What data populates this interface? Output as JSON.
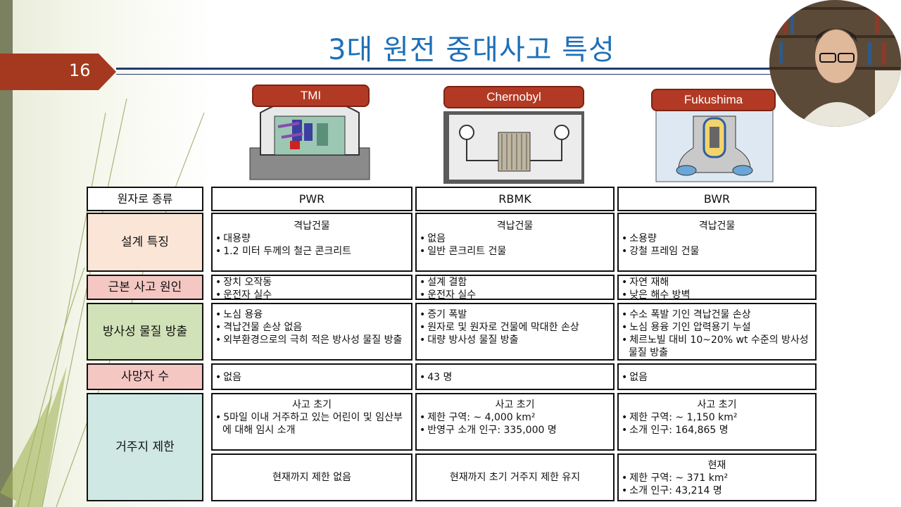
{
  "slide": {
    "title": "3대 원전 중대사고 특성",
    "page_number": "16"
  },
  "reactors": [
    {
      "name": "TMI"
    },
    {
      "name": "Chernobyl"
    },
    {
      "name": "Fukushima"
    }
  ],
  "table": {
    "header_label": "원자로 종류",
    "types": [
      "PWR",
      "RBMK",
      "BWR"
    ],
    "rows": {
      "design": {
        "label": "설계 특징",
        "cols": [
          {
            "title": "격납건물",
            "items": [
              "대용량",
              "1.2 미터 두께의 철근 콘크리트"
            ]
          },
          {
            "title": "격납건물",
            "items": [
              "없음",
              "일반 콘크리트 건물"
            ]
          },
          {
            "title": "격납건물",
            "items": [
              "소용량",
              "강철 프레임 건물"
            ]
          }
        ]
      },
      "cause": {
        "label": "근본 사고 원인",
        "cols": [
          {
            "items": [
              "장치 오작동",
              "운전자 실수"
            ]
          },
          {
            "items": [
              "설계 결함",
              "운전자 실수"
            ]
          },
          {
            "items": [
              "자연 재해",
              "낮은 해수 방벽"
            ]
          }
        ]
      },
      "release": {
        "label": "방사성 물질 방출",
        "cols": [
          {
            "items": [
              "노심 용융",
              "격납건물 손상 없음",
              "외부환경으로의 극히 적은 방사성 물질 방출"
            ]
          },
          {
            "items": [
              "증기 폭발",
              "원자로 및 원자로 건물에 막대한 손상",
              "대량 방사성 물질 방출"
            ]
          },
          {
            "items": [
              "수소 폭발 기인 격납건물 손상",
              "노심 용융 기인 압력용기 누설",
              "체르노빌 대비 10~20% wt 수준의 방사성 물질 방출"
            ]
          }
        ]
      },
      "deaths": {
        "label": "사망자 수",
        "cols": [
          {
            "items": [
              "없음"
            ]
          },
          {
            "items": [
              "43 명"
            ]
          },
          {
            "items": [
              "없음"
            ]
          }
        ]
      },
      "residence": {
        "label": "거주지 제한",
        "initial": [
          {
            "title": "사고 초기",
            "items": [
              "5마일 이내 거주하고 있는 어린이 및 임산부에 대해 임시 소개"
            ]
          },
          {
            "title": "사고 초기",
            "items": [
              "제한 구역: ~ 4,000 km²",
              "반영구 소개 인구: 335,000 명"
            ]
          },
          {
            "title": "사고 초기",
            "items": [
              "제한 구역: ~ 1,150 km²",
              "소개 인구: 164,865 명"
            ]
          }
        ],
        "current": [
          {
            "text": "현재까지 제한 없음"
          },
          {
            "text": "현재까지 초기 거주지 제한 유지"
          },
          {
            "title": "현재",
            "items": [
              "제한 구역: ~ 371 km²",
              "소개 인구: 43,214 명"
            ]
          }
        ]
      }
    }
  },
  "colors": {
    "title": "#1e6fb8",
    "badge": "#a5391f",
    "reactor_label": "#b23a24",
    "design_label_bg": "#fbe5d6",
    "pink_label_bg": "#f4c7c3",
    "green_label_bg": "#d2e2b8",
    "teal_label_bg": "#cfe8e4"
  }
}
